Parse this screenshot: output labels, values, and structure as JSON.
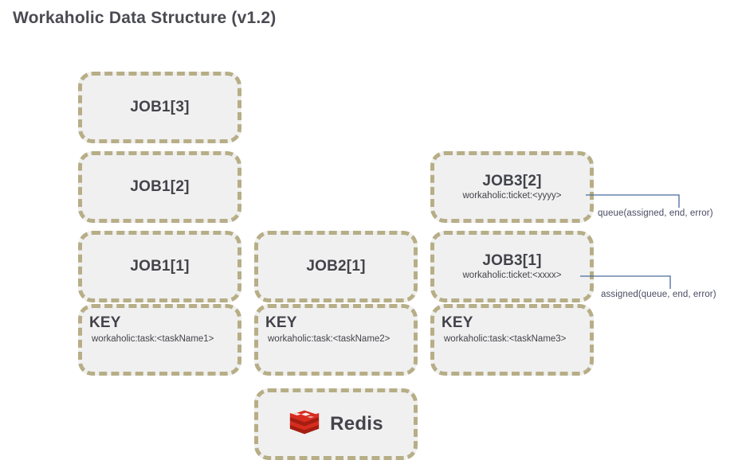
{
  "page": {
    "title": "Workaholic Data Structure (v1.2)",
    "background": "#ffffff",
    "box_fill": "#f0f0f0",
    "box_border": "#b7ae87",
    "text_color": "#43434b",
    "annotation_color": "#4a4a63",
    "annotation_line_color": "#4a6b9c",
    "redis_red": "#d82c20"
  },
  "columns": [
    {
      "name": "task1-column",
      "nodes": [
        {
          "title": "JOB1[3]",
          "sub": ""
        },
        {
          "title": "JOB1[2]",
          "sub": ""
        },
        {
          "title": "JOB1[1]",
          "sub": ""
        },
        {
          "title": "KEY",
          "sub": "workaholic:task:<taskName1>"
        }
      ]
    },
    {
      "name": "task2-column",
      "nodes": [
        {
          "title": "JOB2[1]",
          "sub": ""
        },
        {
          "title": "KEY",
          "sub": "workaholic:task:<taskName2>"
        }
      ]
    },
    {
      "name": "task3-column",
      "nodes": [
        {
          "title": "JOB3[2]",
          "sub": "workaholic:ticket:<yyyy>"
        },
        {
          "title": "JOB3[1]",
          "sub": "workaholic:ticket:<xxxx>"
        },
        {
          "title": "KEY",
          "sub": "workaholic:task:<taskName3>"
        }
      ]
    }
  ],
  "storage": {
    "label": "Redis",
    "icon": "redis-logo-icon"
  },
  "annotations": [
    {
      "name": "queue-annotation",
      "text": "queue(assigned, end, error)"
    },
    {
      "name": "assigned-annotation",
      "text": "assigned(queue, end, error)"
    }
  ]
}
